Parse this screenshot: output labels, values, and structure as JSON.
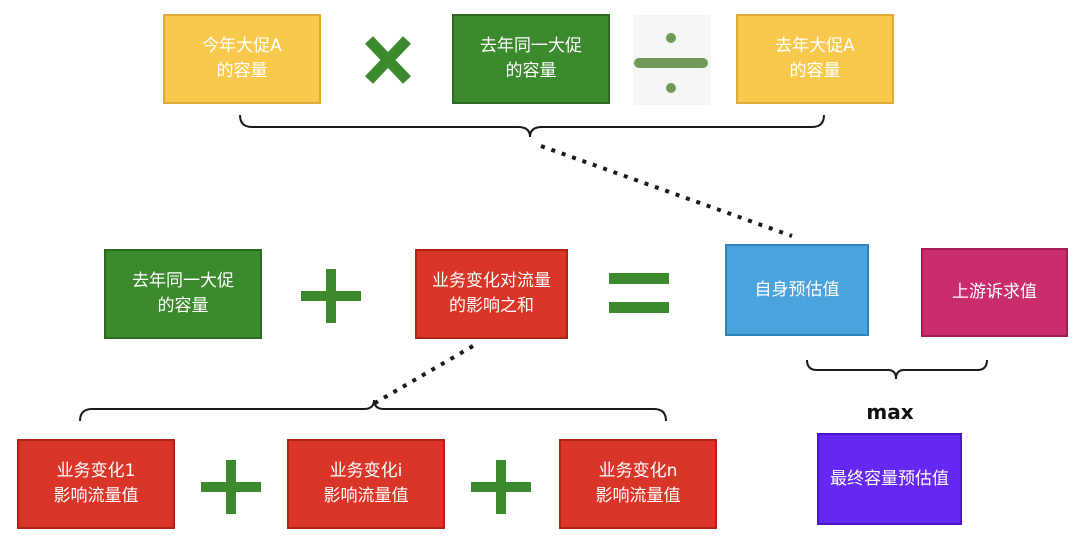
{
  "row1": {
    "box_a": "今年大促A\n的容量",
    "box_b": "去年同一大促\n的容量",
    "box_c": "去年大促A\n的容量"
  },
  "row2": {
    "box_last_year": "去年同一大促\n的容量",
    "box_sum_impact": "业务变化对流量\n的影响之和",
    "box_self_estimate": "自身预估值",
    "box_upstream": "上游诉求值",
    "max_label": "max",
    "box_final": "最终容量预估值"
  },
  "row3": {
    "box_change_1": "业务变化1\n影响流量值",
    "box_change_i": "业务变化i\n影响流量值",
    "box_change_n": "业务变化n\n影响流量值"
  },
  "colors": {
    "yellow": "#f9c94e",
    "green": "#3c8a2e",
    "red": "#d93528",
    "blue": "#4aa3dc",
    "pink": "#c92d6e",
    "purple": "#6528f2",
    "operator_green": "#3c8a2e"
  }
}
